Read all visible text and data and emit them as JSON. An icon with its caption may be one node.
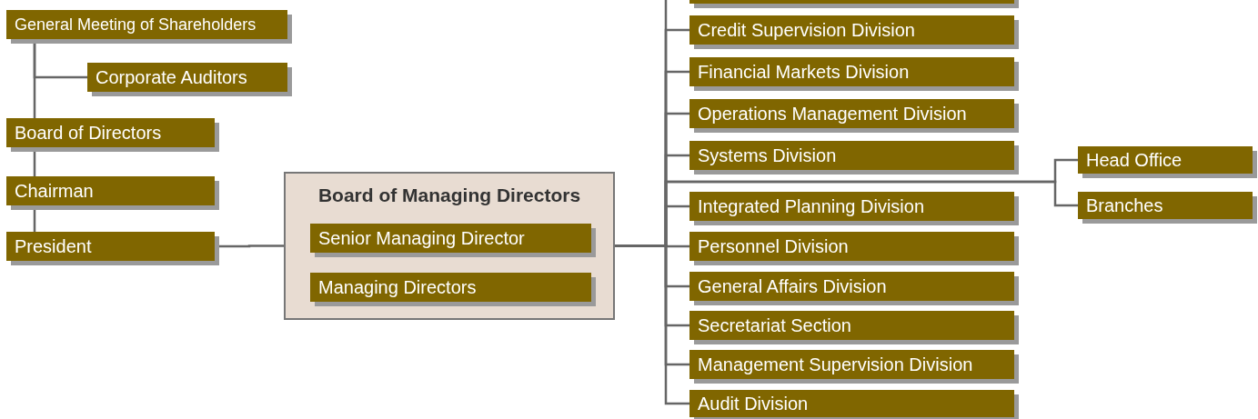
{
  "diagram": {
    "nodes": [
      {
        "text": [
          "General Meeting of Shareholders"
        ]
      },
      {
        "text": [
          "Corporate Auditors"
        ]
      },
      {
        "text": [
          "Board of Directors"
        ]
      },
      {
        "text": [
          "Chairman"
        ]
      },
      {
        "text": [
          "President"
        ]
      },
      {
        "text": [
          "Board of Managing Directors"
        ]
      },
      {
        "text": [
          "Senior Managing Director"
        ],
        "in": 5
      },
      {
        "text": [
          "Managing Directors"
        ],
        "in": 5
      },
      {
        "text": [],
        "shape": "box"
      },
      {
        "text": [
          "Credit Supervision Division"
        ]
      },
      {
        "text": [
          "Financial Markets Division"
        ]
      },
      {
        "text": [
          "Operations Management Division"
        ]
      },
      {
        "text": [
          "Systems Division"
        ]
      },
      {
        "text": [
          "Head Office"
        ]
      },
      {
        "text": [
          "Branches"
        ]
      },
      {
        "text": [
          "Integrated Planning Division"
        ]
      },
      {
        "text": [
          "Personnel Division"
        ]
      },
      {
        "text": [
          "General Affairs Division"
        ]
      },
      {
        "text": [
          "Secretariat Section"
        ]
      },
      {
        "text": [
          "Management Supervision Division"
        ]
      },
      {
        "text": [
          "Audit Division"
        ]
      }
    ],
    "edges": [
      {
        "from": 0,
        "to": 1,
        "arrow": "none"
      },
      {
        "from": 0,
        "to": 2,
        "arrow": "none"
      },
      {
        "from": 2,
        "to": 3,
        "arrow": "none"
      },
      {
        "from": 3,
        "to": 4,
        "arrow": "none"
      },
      {
        "from": 4,
        "to": 5,
        "arrow": "none"
      },
      {
        "from": 5,
        "to": 8,
        "arrow": "none"
      },
      {
        "from": 5,
        "to": 9,
        "arrow": "none"
      },
      {
        "from": 5,
        "to": 10,
        "arrow": "none"
      },
      {
        "from": 5,
        "to": 11,
        "arrow": "none"
      },
      {
        "from": 5,
        "to": 12,
        "arrow": "none"
      },
      {
        "from": 5,
        "to": 13,
        "arrow": "none"
      },
      {
        "from": 5,
        "to": 14,
        "arrow": "none"
      },
      {
        "from": 5,
        "to": 15,
        "arrow": "none"
      },
      {
        "from": 5,
        "to": 16,
        "arrow": "none"
      },
      {
        "from": 5,
        "to": 17,
        "arrow": "none"
      },
      {
        "from": 5,
        "to": 18,
        "arrow": "none"
      },
      {
        "from": 5,
        "to": 19,
        "arrow": "none"
      },
      {
        "from": 5,
        "to": 20,
        "arrow": "none"
      }
    ]
  }
}
